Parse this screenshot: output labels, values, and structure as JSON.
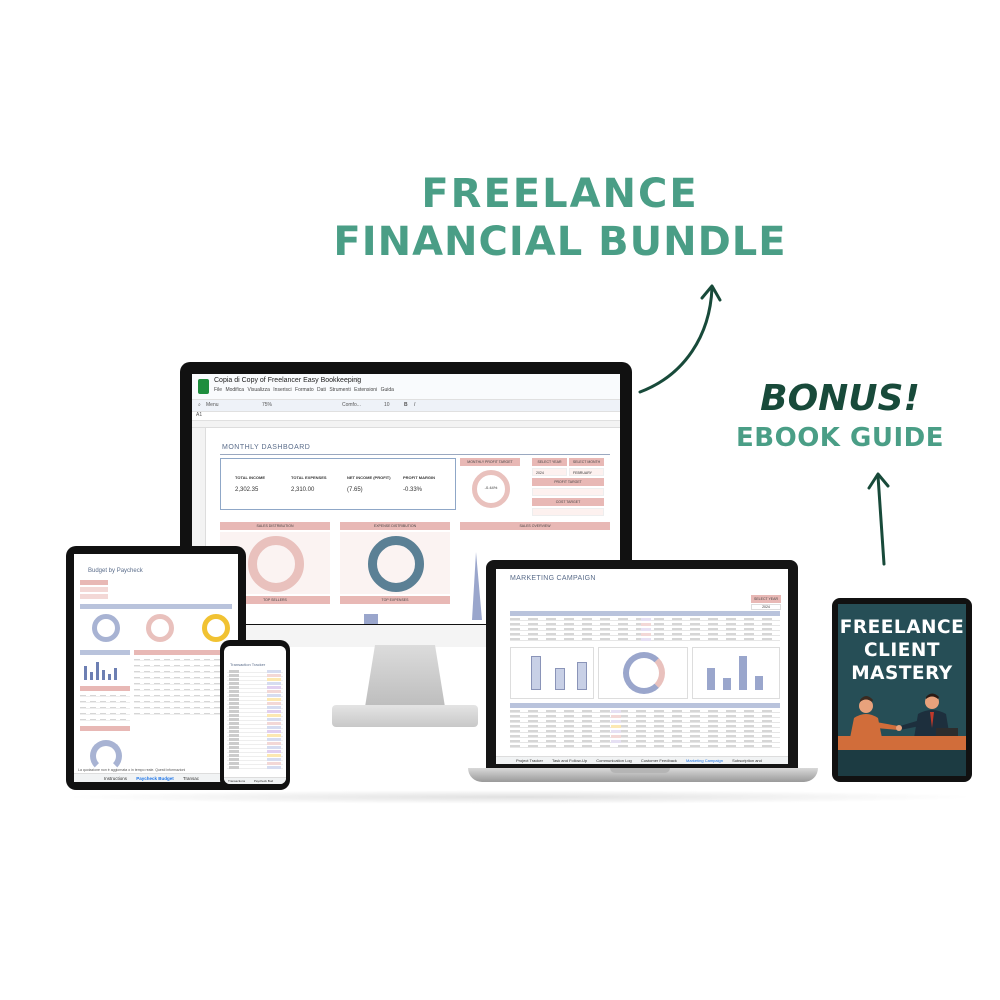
{
  "headline": {
    "line1": "FREELANCE",
    "line2": "FINANCIAL BUNDLE"
  },
  "bonus": {
    "label": "BONUS!",
    "subtitle": "EBOOK GUIDE"
  },
  "colors": {
    "brand_green": "#4a9e86",
    "dark_green": "#184a3a",
    "pink": "#e8b8b5",
    "navy": "#5a6c8a",
    "ebook_bg": "#264e56"
  },
  "monitor": {
    "doc_title": "Copia di Copy of Freelancer Easy Bookkeeping",
    "menu": [
      "File",
      "Modifica",
      "Visualizza",
      "Inserisci",
      "Formato",
      "Dati",
      "Strumenti",
      "Estensioni",
      "Guida"
    ],
    "toolbar": {
      "search": "Menu",
      "zoom": "75%",
      "font": "Comfo...",
      "font_size": "10"
    },
    "cell_ref": "A1",
    "dashboard": {
      "title": "MONTHLY DASHBOARD",
      "kpis": [
        {
          "label": "TOTAL INCOME",
          "value": "2,302.35"
        },
        {
          "label": "TOTAL EXPENSES",
          "value": "2,310.00"
        },
        {
          "label": "NET INCOME (PROFIT)",
          "value": "(7.65)"
        },
        {
          "label": "PROFIT MARGIN",
          "value": "-0.33%"
        }
      ],
      "profit_target_label": "MONTHLY PROFIT TARGET",
      "profit_target_value": "-0.44%",
      "select_year": "SELECT YEAR",
      "select_month": "SELECT MONTH",
      "year_value": "2024",
      "month_value": "FEBRUARY",
      "profit_target": "PROFIT TARGET",
      "cost_target": "COST TARGET",
      "sections": [
        "SALES DISTRIBUTION",
        "EXPENSE DISTRIBUTION",
        "SALES OVERVIEW",
        "TOP SELLERS",
        "TOP EXPENSES"
      ]
    }
  },
  "laptop": {
    "title": "MARKETING CAMPAIGN",
    "select_year": "SELECT YEAR",
    "year_value": "2024",
    "tabs": [
      "Project Tracker",
      "Task and Follow-Up",
      "Communication Log",
      "Customer Feedback",
      "Marketing Campaign",
      "Subscription and"
    ]
  },
  "tablet": {
    "title": "Budget by Paycheck",
    "tabs": [
      "Instructions",
      "Paycheck Budget",
      "Transac"
    ],
    "footer_note": "La quotazione non è aggiornata o in tempo reale. Questi informazioni"
  },
  "phone": {
    "title": "Transaction Tracker",
    "tabs": [
      "Transactions",
      "Paycheck Bud"
    ]
  },
  "ebook": {
    "line1": "FREELANCE",
    "line2": "CLIENT",
    "line3": "MASTERY"
  }
}
